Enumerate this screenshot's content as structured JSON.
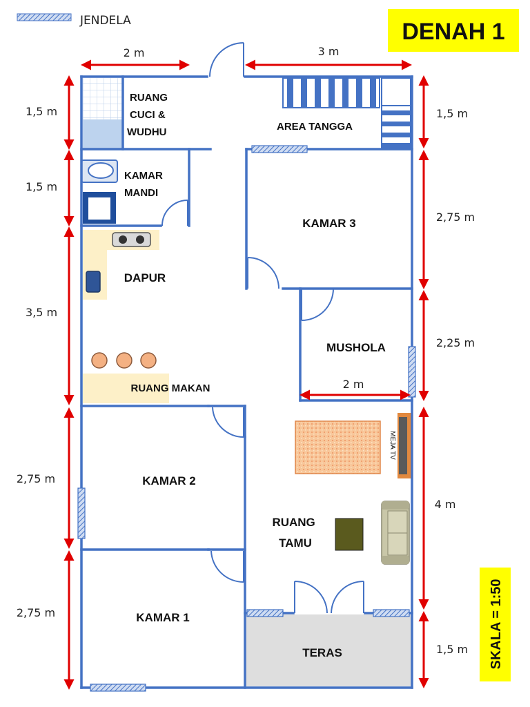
{
  "legend": {
    "label": "JENDELA",
    "icon": "window-hatch-icon"
  },
  "title": "DENAH 1",
  "scale": "SKALA = 1:50",
  "rooms": {
    "laundry": [
      "RUANG",
      "CUCI &",
      "WUDHU"
    ],
    "stairs": "AREA TANGGA",
    "bathroom": [
      "KAMAR",
      "MANDI"
    ],
    "kitchen": "DAPUR",
    "dining": "RUANG MAKAN",
    "bedroom3": "KAMAR 3",
    "prayer": "MUSHOLA",
    "bedroom2": "KAMAR 2",
    "living": [
      "RUANG",
      "TAMU"
    ],
    "tv_table": "MEJA TV",
    "bedroom1": "KAMAR 1",
    "terrace": "TERAS"
  },
  "dimensions": {
    "top_left": "2 m",
    "top_right": "3 m",
    "mushola_width": "2 m",
    "left": [
      "1,5 m",
      "1,5 m",
      "3,5 m",
      "2,75 m",
      "2,75 m"
    ],
    "right": [
      "1,5 m",
      "2,75 m",
      "2,25 m",
      "4 m",
      "1,5 m"
    ]
  },
  "colors": {
    "wall": "#4472c4",
    "arrow": "#e00000",
    "highlight": "#ffff00",
    "counter": "#fdf0c8",
    "rug": "#f8c79a",
    "terrace": "#dedede",
    "sofa": "#c9c7a9",
    "table": "#5a5a1e"
  }
}
